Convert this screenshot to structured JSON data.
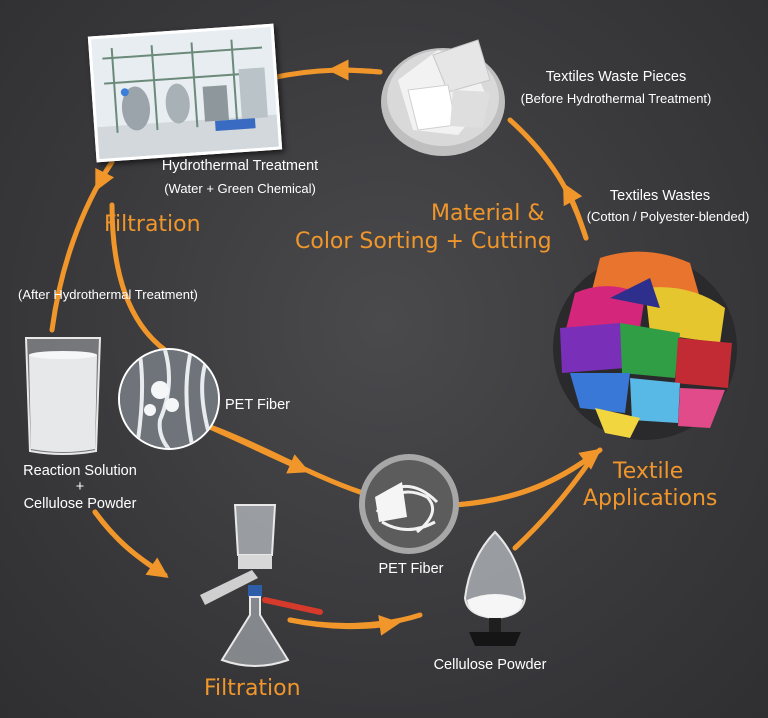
{
  "colors": {
    "accent": "#f0962a",
    "background": "#3a3a3d",
    "text": "#ffffff"
  },
  "labels": {
    "waste_pieces_title": "Textiles Waste Pieces",
    "waste_pieces_note": "(Before Hydrothermal Treatment)",
    "hydro_title": "Hydrothermal Treatment",
    "hydro_note": "(Water + Green Chemical)",
    "wastes_title": "Textiles Wastes",
    "wastes_note": "(Cotton / Polyester-blended)",
    "sorting_line1": "Material &",
    "sorting_line2": "Color Sorting + Cutting",
    "filtration_top": "Filtration",
    "after_hydro": "(After Hydrothermal Treatment)",
    "reaction_line1": "Reaction Solution",
    "reaction_line2": "+",
    "reaction_line3": "Cellulose Powder",
    "pet_fiber_1": "PET Fiber",
    "pet_fiber_2": "PET Fiber",
    "textile_line1": "Textile",
    "textile_line2": "Applications",
    "cellulose_powder": "Cellulose Powder",
    "filtration_bottom": "Filtration"
  },
  "images": {
    "hydro_photo": "hydrothermal-plant-photo",
    "waste_pieces_photo": "textile-waste-pieces-bowl",
    "waste_pile_photo": "colorful-textile-waste-pile",
    "beaker_photo": "reaction-solution-beaker",
    "pet_circle_photo": "pet-fiber-closeup",
    "pet_bowl_photo": "pet-fiber-dish",
    "filtration_photo": "vacuum-filtration-flask",
    "powder_photo": "cellulose-powder-stand"
  }
}
